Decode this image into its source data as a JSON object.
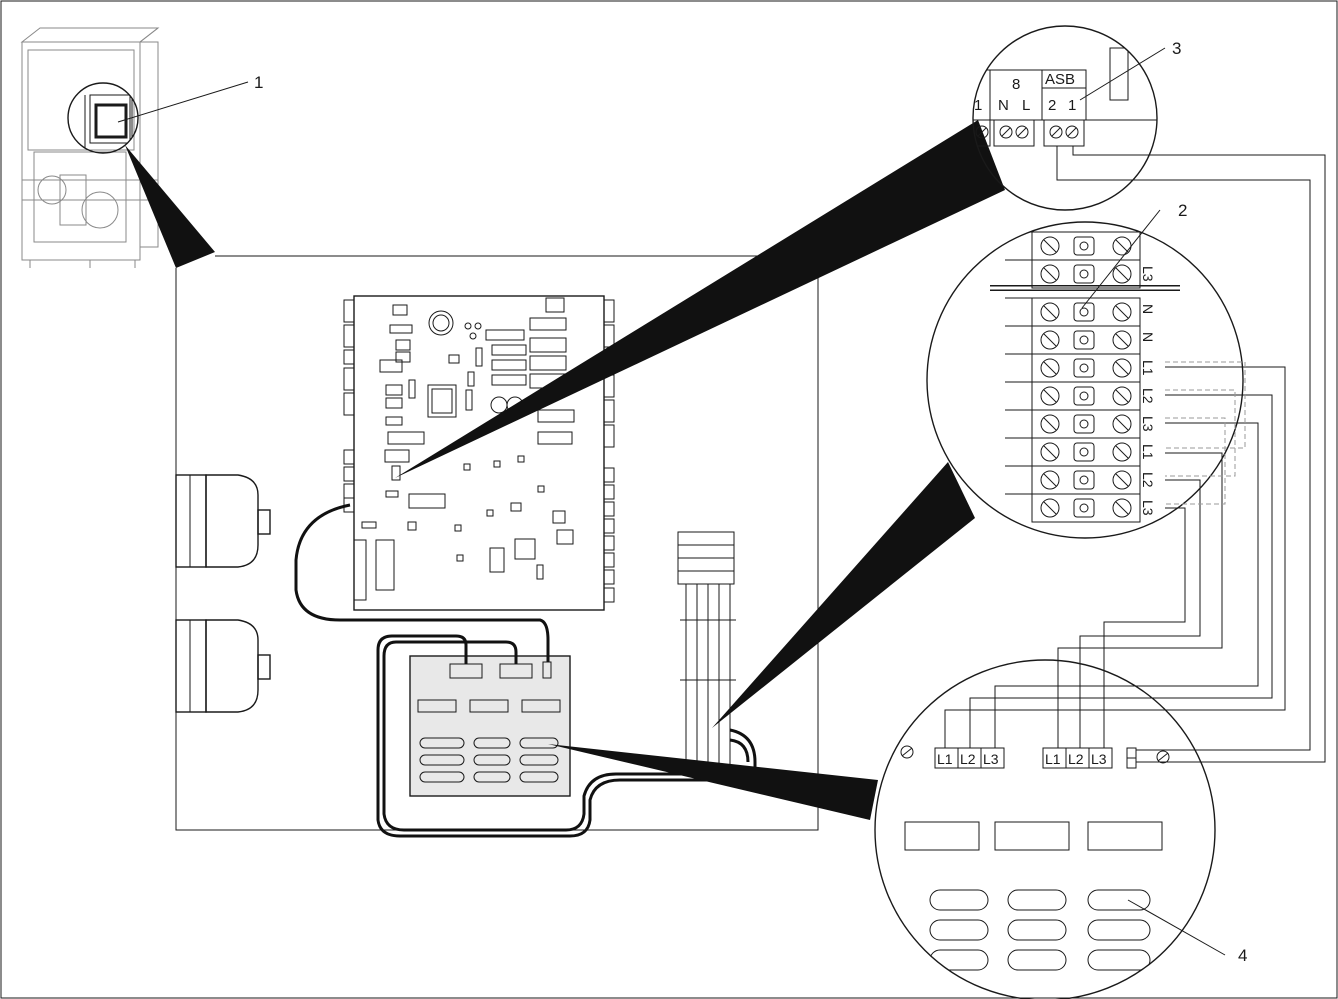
{
  "callouts": {
    "c1": "1",
    "c2": "2",
    "c3": "3",
    "c4": "4"
  },
  "top_terminal": {
    "left_partial": "1",
    "group_8": "8",
    "n": "N",
    "l": "L",
    "asb": "ASB",
    "asb_2": "2",
    "asb_1": "1"
  },
  "terminal_block_labels": [
    "L3",
    "N",
    "N",
    "L1",
    "L2",
    "L3",
    "L1",
    "L2",
    "L3"
  ],
  "pcb_bottom_labels": [
    "L1",
    "L2",
    "L3",
    "L1",
    "L2",
    "L3"
  ],
  "colors": {
    "line": "#1a1a1a",
    "board_fill": "#e8e8e8",
    "dashed": "#9a9a9a",
    "background": "#ffffff"
  }
}
